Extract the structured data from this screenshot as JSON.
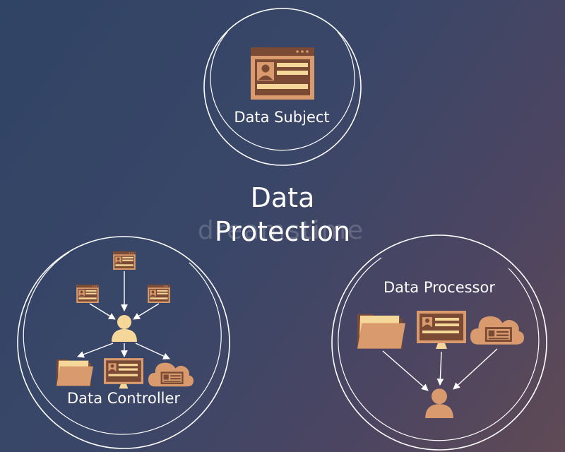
{
  "title": {
    "line1": "Data",
    "line2": "Protection"
  },
  "nodes": {
    "subject": {
      "label": "Data Subject"
    },
    "controller": {
      "label": "Data Controller"
    },
    "processor": {
      "label": "Data Processor"
    }
  },
  "watermark": {
    "text": "dreamstime"
  },
  "colors": {
    "background_start": "#304465",
    "background_end": "#604a55",
    "icon_orange": "#d99a6e",
    "icon_dark": "#7a4a35",
    "icon_cream": "#f5d79a",
    "ring": "#ffffff"
  },
  "icons": [
    "profile-card-icon",
    "user-icon",
    "folder-icon",
    "monitor-icon",
    "cloud-icon"
  ]
}
